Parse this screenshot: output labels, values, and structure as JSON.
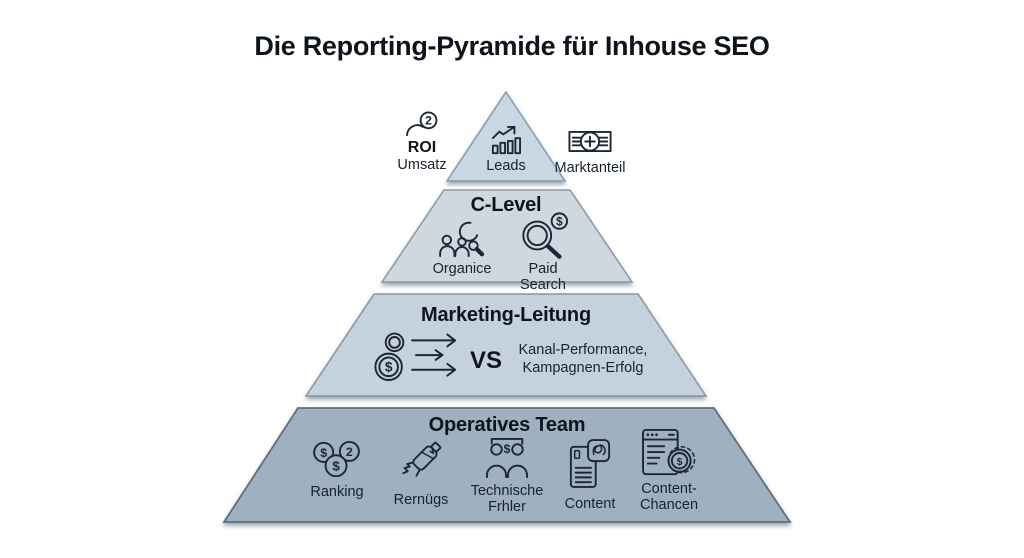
{
  "title": "Die Reporting-Pyramide für Inhouse SEO",
  "glyphs": {
    "dollar": "$",
    "two": "2"
  },
  "colors": {
    "level1_fill": "#c8d7e3",
    "level2_fill": "#cdd8e1",
    "level3_fill": "#c5d2dd",
    "level4_fill": "#9fb1c1",
    "upper_border": "#8a99a8",
    "bottom_border": "#5f6e7d",
    "icon_stroke": "#1d2733",
    "text": "#18222d"
  },
  "top_level": {
    "roi": {
      "label": "ROI",
      "sub": "Umsatz"
    },
    "leads": {
      "label": "Leads"
    },
    "marktanteil": {
      "label": "Marktanteil"
    }
  },
  "c_level": {
    "heading": "C-Level",
    "organic": {
      "label": "Organice"
    },
    "paid": {
      "label": "Paid Search"
    }
  },
  "marketing": {
    "heading": "Marketing-Leitung",
    "vs": "VS",
    "right_line1": "Kanal-Performance,",
    "right_line2": "Kampagnen-Erfolg"
  },
  "operations": {
    "heading": "Operatives Team",
    "items": [
      {
        "line1": "Ranking"
      },
      {
        "line1": "Rernügs"
      },
      {
        "line1": "Technische",
        "line2": "Frhler"
      },
      {
        "line1": "Content"
      },
      {
        "line1": "Content-",
        "line2": "Chancen"
      }
    ]
  }
}
